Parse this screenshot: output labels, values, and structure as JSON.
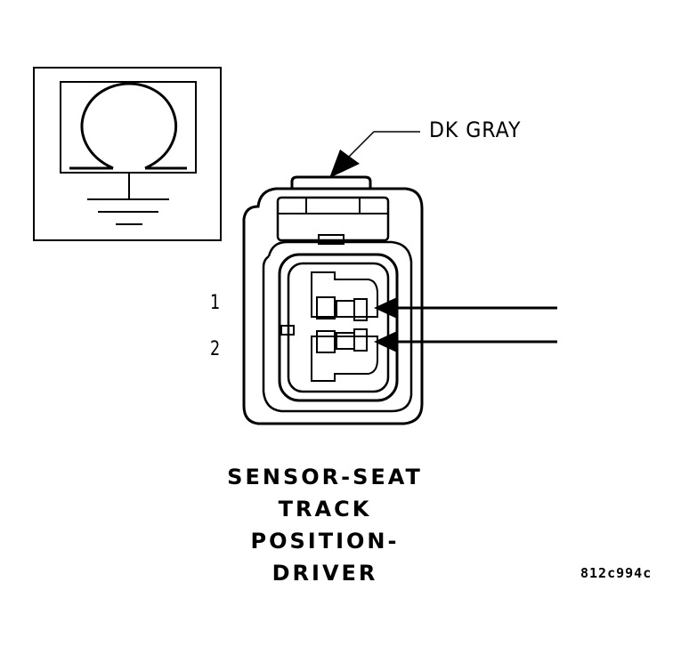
{
  "wire_color_label": "DK GRAY",
  "pins": [
    {
      "label": "1"
    },
    {
      "label": "2"
    }
  ],
  "caption_lines": [
    "SENSOR-SEAT",
    "TRACK",
    "POSITION-DRIVER"
  ],
  "figure_id": "812c994c",
  "icons": {
    "component_symbol": "sensor-loop-ground-symbol",
    "connector": "two-pin-connector-face",
    "pointer": "arrow-icon"
  },
  "colors": {
    "line": "#000000",
    "background": "#ffffff"
  }
}
